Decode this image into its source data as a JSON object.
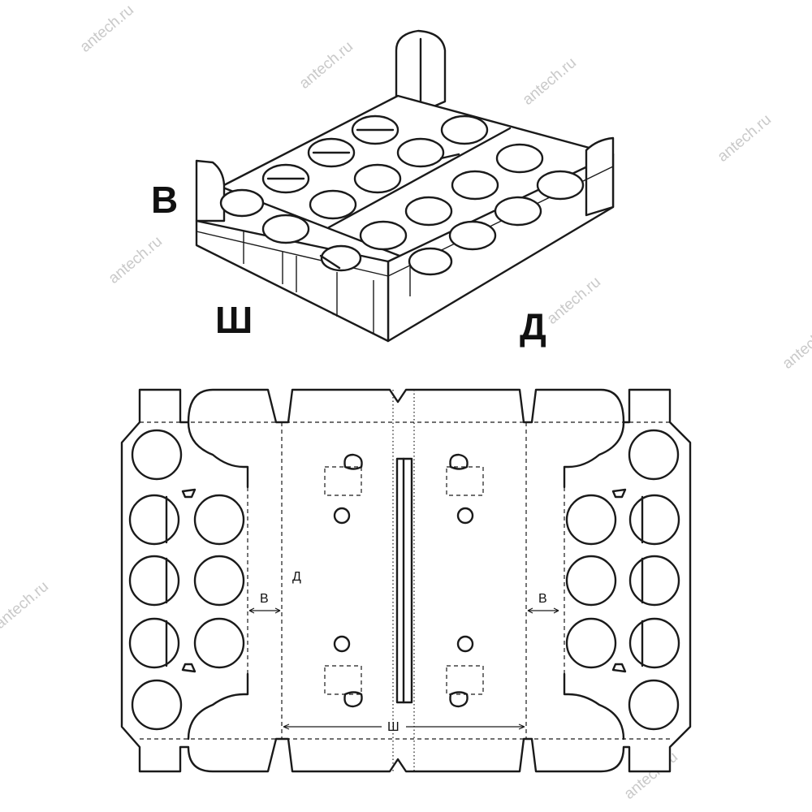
{
  "labels": {
    "height": "В",
    "width": "Ш",
    "length": "Д"
  },
  "blank_labels": {
    "length": "Д",
    "height_left": "В",
    "height_right": "В",
    "width": "Ш"
  },
  "watermark": "antech.ru",
  "colors": {
    "line": "#1a1a1a",
    "watermark": "#c9c9c9",
    "background": "#ffffff"
  }
}
